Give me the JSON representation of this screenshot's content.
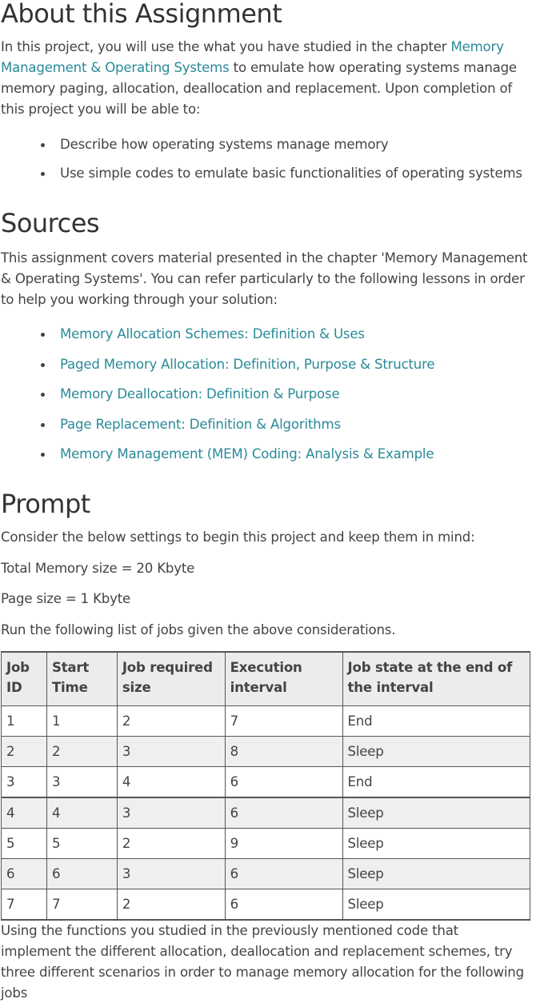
{
  "about": {
    "heading": "About this Assignment",
    "intro_before": "In this project, you will use the what you have studied in the chapter ",
    "intro_link": "Memory Management & Operating Systems",
    "intro_after": " to emulate how operating systems manage memory paging, allocation, deallocation and replacement. Upon completion of this project you will be able to:",
    "bullets": [
      "Describe how operating systems manage memory",
      "Use simple codes to emulate basic functionalities of operating systems"
    ]
  },
  "sources": {
    "heading": "Sources",
    "text": "This assignment covers material presented in the chapter 'Memory Management & Operating Systems'. You can refer particularly to the following lessons in order to help you working through your solution:",
    "links": [
      "Memory Allocation Schemes: Definition & Uses",
      "Paged Memory Allocation: Definition, Purpose & Structure",
      "Memory Deallocation: Definition & Purpose",
      "Page Replacement: Definition & Algorithms",
      "Memory Management (MEM) Coding: Analysis & Example"
    ]
  },
  "prompt": {
    "heading": "Prompt",
    "line1": "Consider the below settings to begin this project and keep them in mind:",
    "line2": "Total Memory size = 20 Kbyte",
    "line3": "Page size = 1 Kbyte",
    "line4": "Run the following list of jobs given the above considerations.",
    "closing": "Using the functions you studied in the previously mentioned code that implement the different allocation, deallocation and replacement schemes, try three different scenarios in order to manage memory allocation for the following jobs"
  },
  "table": {
    "headers": [
      "Job ID",
      "Start Time",
      "Job required size",
      "Execution interval",
      "Job state at the end of the interval"
    ],
    "rows": [
      [
        "1",
        "1",
        "2",
        "7",
        "End"
      ],
      [
        "2",
        "2",
        "3",
        "8",
        "Sleep"
      ],
      [
        "3",
        "3",
        "4",
        "6",
        "End"
      ],
      [
        "4",
        "4",
        "3",
        "6",
        "Sleep"
      ],
      [
        "5",
        "5",
        "2",
        "9",
        "Sleep"
      ],
      [
        "6",
        "6",
        "3",
        "6",
        "Sleep"
      ],
      [
        "7",
        "7",
        "2",
        "6",
        "Sleep"
      ]
    ]
  }
}
